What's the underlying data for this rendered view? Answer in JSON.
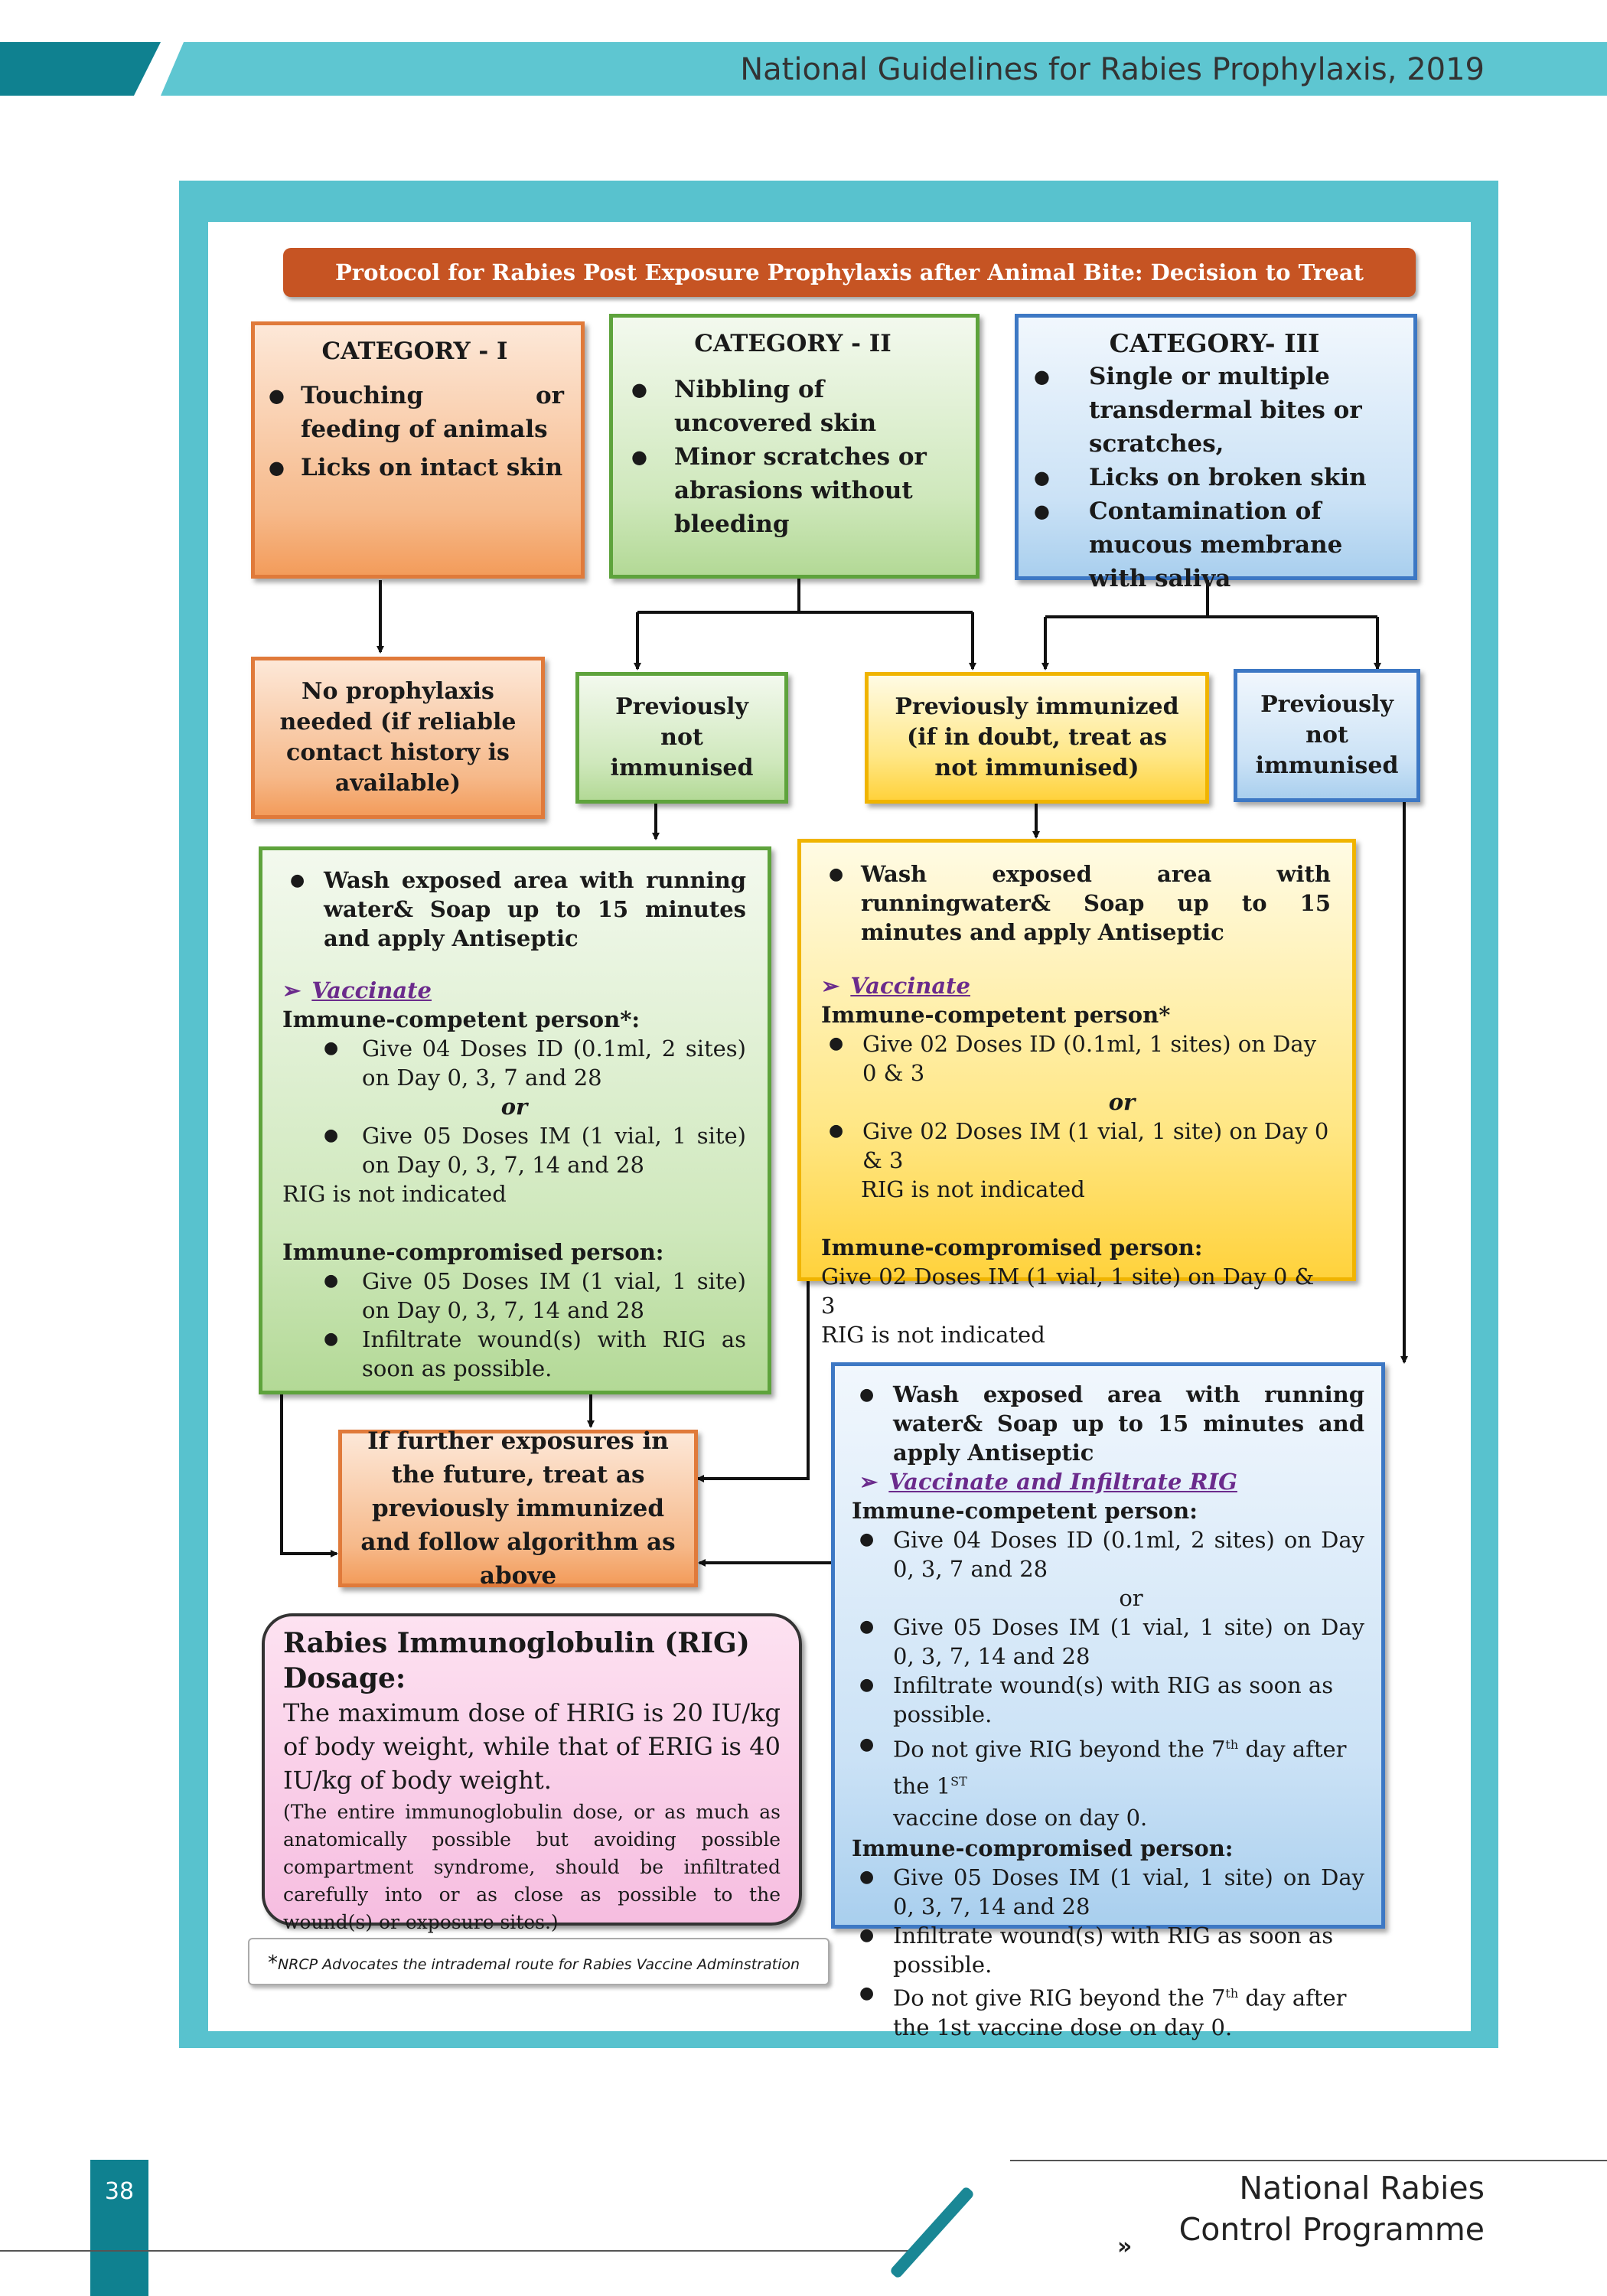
{
  "header": {
    "title": "National Guidelines for Rabies Prophylaxis, 2019"
  },
  "banner": "Protocol for Rabies Post Exposure Prophylaxis after Animal Bite: Decision to Treat",
  "categories": [
    {
      "title": "CATEGORY -  I",
      "items": [
        "Touching or feeding of animals",
        "Licks on intact skin"
      ]
    },
    {
      "title": "CATEGORY -  II",
      "items": [
        "Nibbling of uncovered skin",
        "Minor scratches or abrasions without bleeding"
      ]
    },
    {
      "title": "CATEGORY- III",
      "items": [
        "Single or multiple transdermal bites or scratches,",
        "Licks on broken skin",
        "Contamination of mucous membrane with saliva"
      ]
    }
  ],
  "decisions": {
    "no_prophylaxis": "No prophylaxis needed (if reliable contact history is available)",
    "prev_not_immunised_ii": "Previously not immunised",
    "prev_immunized": "Previously immunized (if in doubt, treat as not immunised)",
    "prev_not_immunised_iii": "Previously not immunised"
  },
  "green_box": {
    "wash": "Wash exposed area with running water& Soap up to 15 minutes and apply Antiseptic",
    "vaccinate": "Vaccinate",
    "competent_head": "Immune-competent person*:",
    "competent_1": "Give 04 Doses ID (0.1ml, 2 sites) on Day 0, 3, 7 and 28",
    "or": "or",
    "competent_2": "Give 05 Doses IM (1 vial, 1 site) on Day 0, 3, 7, 14 and 28",
    "rig_not": "RIG is not indicated",
    "compromised_head": "Immune-compromised person:",
    "compromised_1": "Give 05 Doses IM (1 vial, 1 site) on Day 0, 3, 7, 14 and 28",
    "compromised_2": "Infiltrate wound(s) with RIG as soon as possible."
  },
  "yellow_box": {
    "wash": "Wash exposed area with runningwater& Soap up to 15 minutes and apply Antiseptic",
    "vaccinate": "Vaccinate",
    "competent_head": "Immune-competent person*",
    "competent_1": "Give 02 Doses ID (0.1ml, 1 sites) on Day 0 & 3",
    "or": "or",
    "competent_2": "Give 02 Doses IM (1 vial, 1 site) on Day 0 & 3",
    "rig_not": "RIG is not indicated",
    "compromised_head": "Immune-compromised person:",
    "compromised_1": "Give 02 Doses IM (1 vial, 1 site) on Day 0 & 3",
    "rig_not_2": "RIG is not indicated"
  },
  "blue_box": {
    "wash": "Wash exposed area with running water& Soap up to 15 minutes and apply Antiseptic",
    "vaccinate": "Vaccinate and Infiltrate RIG",
    "competent_head": "Immune-competent person:",
    "competent_1": "Give 04 Doses ID (0.1ml, 2 sites) on Day 0, 3, 7 and 28",
    "or": "or",
    "competent_2": "Give 05 Doses IM (1 vial, 1 site) on Day 0, 3, 7, 14 and 28",
    "competent_3": "Infiltrate wound(s) with RIG as soon as possible.",
    "competent_4_a": "Do not give RIG beyond the 7",
    "competent_4_sup1": "th",
    "competent_4_b": " day after the 1",
    "competent_4_sup2": "ST",
    "competent_4_c": "vaccine dose on day 0.",
    "compromised_head": "Immune-compromised person:",
    "compromised_1": "Give 05 Doses IM (1 vial, 1 site) on Day 0, 3, 7, 14 and 28",
    "compromised_2": "Infiltrate wound(s) with RIG as soon as possible.",
    "compromised_3_a": "Do not give RIG beyond the 7",
    "compromised_3_sup": "th",
    "compromised_3_b": " day after the 1st vaccine dose on day 0."
  },
  "further": "If further exposures in the future, treat as previously immunized and follow algorithm as above",
  "rig_dosage": {
    "title": "Rabies Immunoglobulin (RIG) Dosage:",
    "body": "The maximum dose of HRIG is 20 IU/kg of body weight, while that of ERIG is 40 IU/kg of body weight.",
    "note": "(The entire immunoglobulin dose, or as much as anatomically possible but avoiding possible compartment syndrome, should be infiltrated carefully into or as close as possible to the wound(s) or exposure sites.)"
  },
  "footnote_star": "*",
  "footnote": "NRCP Advocates the intrademal route for Rabies Vaccine Adminstration",
  "footer": {
    "page": "38",
    "org_line1": "National Rabies",
    "org_line2": "Control Programme",
    "chevron": "»"
  }
}
